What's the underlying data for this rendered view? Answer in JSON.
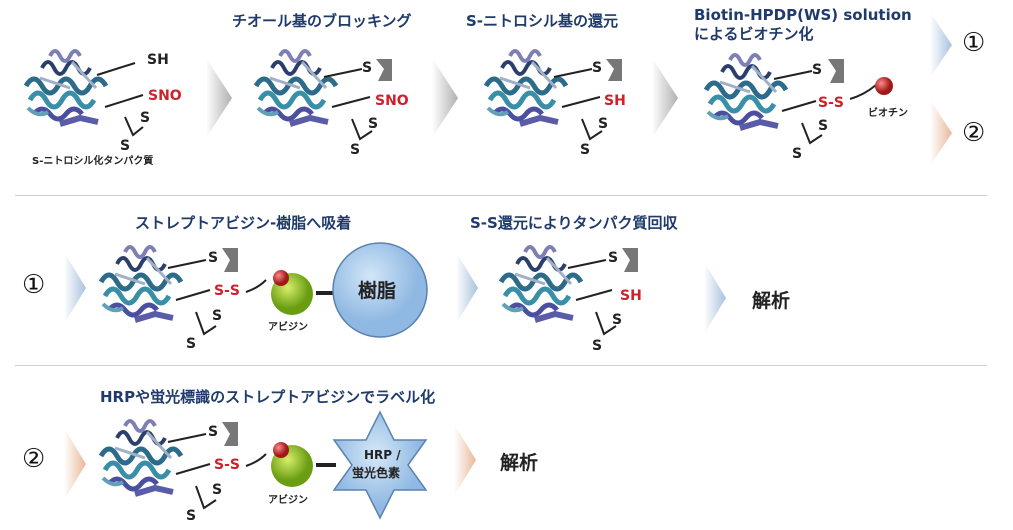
{
  "row1": {
    "step1_title": "チオール基のブロッキング",
    "step2_title": "S-ニトロシル基の還元",
    "step3_title_line1": "Biotin-HPDP(WS) solution",
    "step3_title_line2": "によるビオチン化",
    "protein_caption": "S-ニトロシル化タンパク質",
    "label_sh": "SH",
    "label_sno": "SNO",
    "label_s": "S",
    "label_ss": "S-S",
    "label_biotin": "ビオチン",
    "branch1": "①",
    "branch2": "②"
  },
  "row2": {
    "marker": "①",
    "step1_title": "ストレプトアビジン-樹脂へ吸着",
    "step2_title": "S-S還元によりタンパク質回収",
    "resin_label": "樹脂",
    "avidin_label": "アビジン",
    "analysis": "解析"
  },
  "row3": {
    "marker": "②",
    "title": "HRPや蛍光標識のストレプトアビジンでラベル化",
    "avidin_label": "アビジン",
    "star_line1": "HRP /",
    "star_line2": "蛍光色素",
    "analysis": "解析"
  },
  "colors": {
    "title": "#1f3a6b",
    "red": "#d0202a",
    "resin": "#a9cdf0",
    "avidin": "#9acd32",
    "biotin": "#cc2222",
    "arrow_blue": "#c6d6ea",
    "arrow_peach": "#f2cdb5",
    "arrow_gray": "#c8c8c8"
  }
}
